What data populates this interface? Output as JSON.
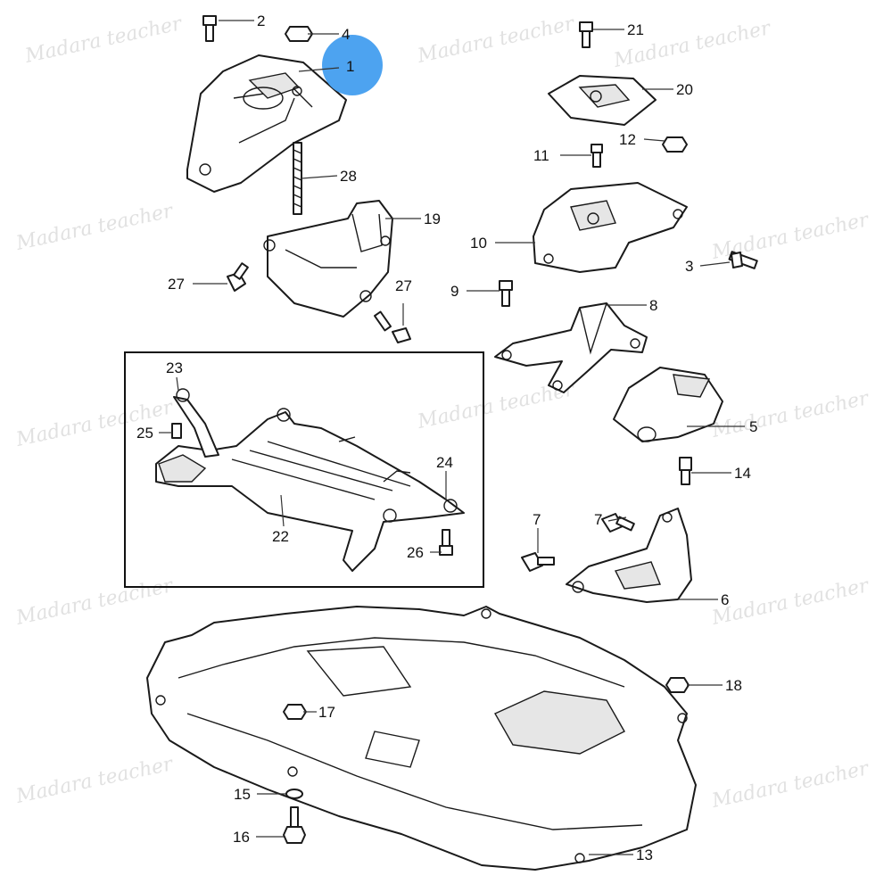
{
  "watermark": "Madara teacher",
  "highlight_color": "#4da3f0",
  "callouts": {
    "c1": "1",
    "c2": "2",
    "c3": "3",
    "c4": "4",
    "c5": "5",
    "c6": "6",
    "c7a": "7",
    "c7b": "7",
    "c8": "8",
    "c9": "9",
    "c10": "10",
    "c11": "11",
    "c12": "12",
    "c13": "13",
    "c14": "14",
    "c15": "15",
    "c16": "16",
    "c17": "17",
    "c18": "18",
    "c19": "19",
    "c20": "20",
    "c21": "21",
    "c22": "22",
    "c23": "23",
    "c24": "24",
    "c25": "25",
    "c26": "26",
    "c27a": "27",
    "c27b": "27",
    "c28": "28"
  }
}
